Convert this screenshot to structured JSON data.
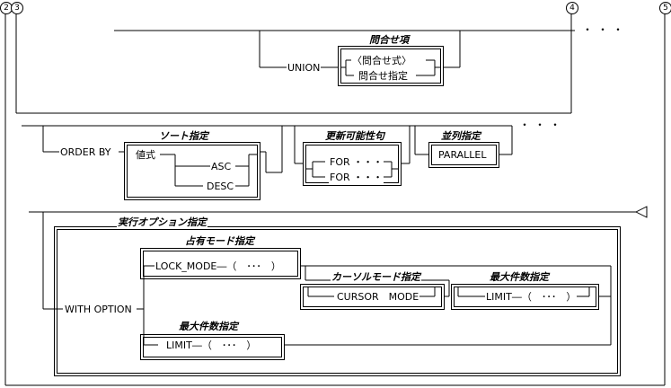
{
  "markers": {
    "m2": "2",
    "m3": "3",
    "m4": "4",
    "m5": "5"
  },
  "continuation": "・・・",
  "sections": {
    "query_item": {
      "header": "問合せ項",
      "union": "UNION",
      "opt1": "〈問合せ式〉",
      "opt2": "問合せ指定"
    },
    "sort": {
      "header": "ソート指定",
      "order_by": "ORDER BY",
      "value_expr": "値式",
      "asc": "ASC",
      "desc": "DESC"
    },
    "updatable": {
      "header": "更新可能性句",
      "for1": "FOR ・・・",
      "for2": "FOR ・・・"
    },
    "parallel": {
      "header": "並列指定",
      "parallel": "PARALLEL"
    },
    "exec_option": {
      "header": "実行オプション指定",
      "with_option": "WITH OPTION",
      "lock_header": "占有モード指定",
      "lock_mode": "LOCK_MODE―（　･･･　）",
      "cursor_header": "カーソルモード指定",
      "cursor_mode": "CURSOR　MODE",
      "max1_header": "最大件数指定",
      "limit1": "LIMIT―（　･･･　）",
      "max2_header": "最大件数指定",
      "limit2": "LIMIT―（　･･･　）"
    }
  },
  "colors": {
    "line": "#000000",
    "background": "#ffffff"
  }
}
